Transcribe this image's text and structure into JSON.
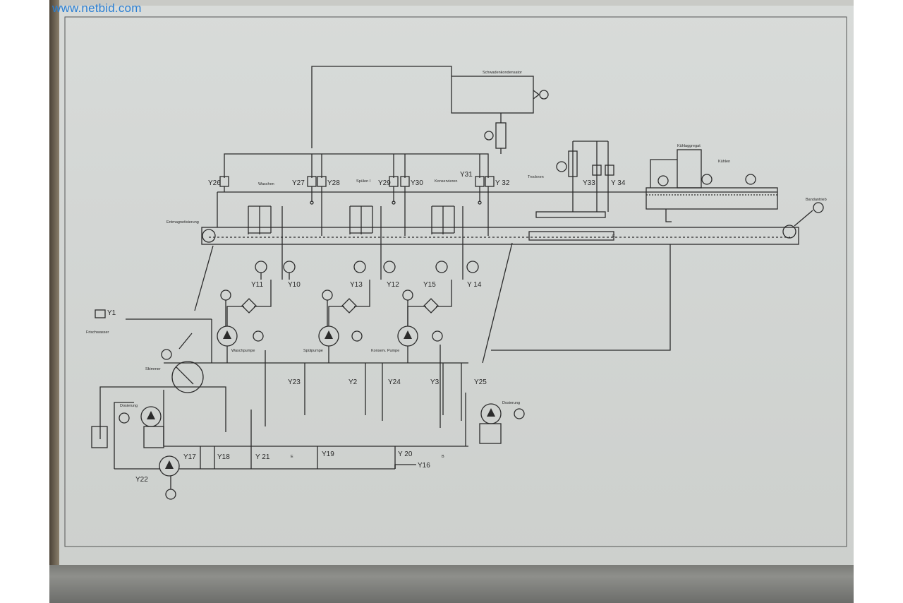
{
  "watermark": "www.netbid.com",
  "stations": {
    "waschen": "Waschen",
    "spuelen": "Spülen I",
    "konservieren": "Konservieren",
    "trocknen": "Trocknen",
    "kuehlen": "Kühlen",
    "kuehlaggregat": "Kühlaggregat",
    "schwadenkondensator": "Schwadenkondensator",
    "entmagnetisierung": "Entmagnetisierung",
    "bandantrieb": "Bandantrieb"
  },
  "pumps": {
    "waschpumpe": "Waschpumpe",
    "spuelpumpe": "Spülpumpe",
    "konserv_pumpe": "Konserv. Pumpe",
    "dosierung_left": "Dosierung",
    "dosierung_right": "Dosierung",
    "skimmer": "Skimmer",
    "frischwasser": "Frischwasser"
  },
  "valves": {
    "y1": "Y1",
    "y2": "Y2",
    "y3": "Y3",
    "y10": "Y10",
    "y11": "Y11",
    "y12": "Y12",
    "y13": "Y13",
    "y14": "Y 14",
    "y15": "Y15",
    "y16": "Y16",
    "y17": "Y17",
    "y18": "Y18",
    "y19": "Y19",
    "y20": "Y 20",
    "y21": "Y 21",
    "y22": "Y22",
    "y23": "Y23",
    "y24": "Y24",
    "y25": "Y25",
    "y26": "Y26",
    "y27": "Y27",
    "y28": "Y28",
    "y29": "Y29",
    "y30": "Y30",
    "y31": "Y31",
    "y32": "Y 32",
    "y33": "Y33",
    "y34": "Y 34"
  },
  "marks": {
    "e1": "E",
    "e2": "E",
    "b": "B"
  }
}
